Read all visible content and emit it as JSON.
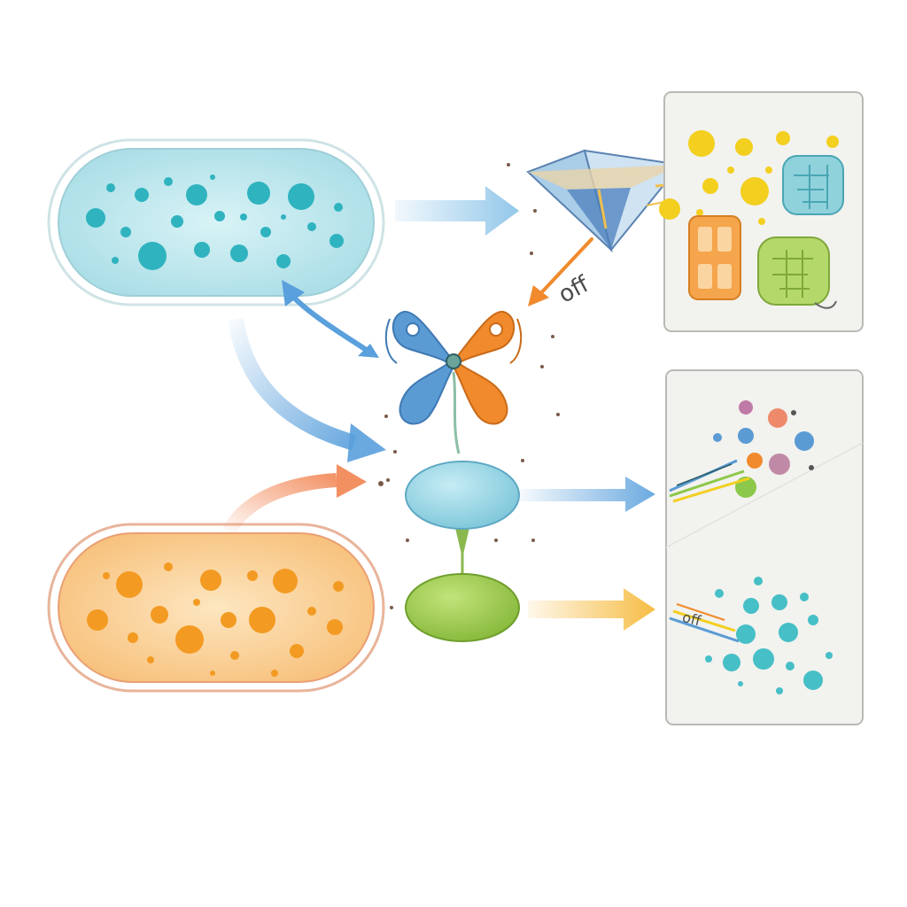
{
  "labels": {
    "upper_switch": "off",
    "lower_switch": "off"
  },
  "colors": {
    "blue_cell_fill": "#c9ecf1",
    "blue_cell_dots": "#2fb3bf",
    "orange_cell_fill": "#fbd9a6",
    "orange_cell_dots": "#f39a22",
    "regulator_blue": "#5a9bd4",
    "regulator_orange": "#f08a2c",
    "node_blue": "#9fd8e6",
    "node_green": "#9cc84b",
    "arrow_blue": "#5aa0dc",
    "arrow_orange": "#f28a5a",
    "arrow_yellow": "#f6b93b"
  },
  "icons": {
    "top_panel": "protein-particles-panel",
    "middle_panel": "molecule-release-panel",
    "bottom_panel": "particle-dispersion-panel",
    "prism": "triangular-prism-icon",
    "regulator": "x-shaped-regulator-icon"
  }
}
